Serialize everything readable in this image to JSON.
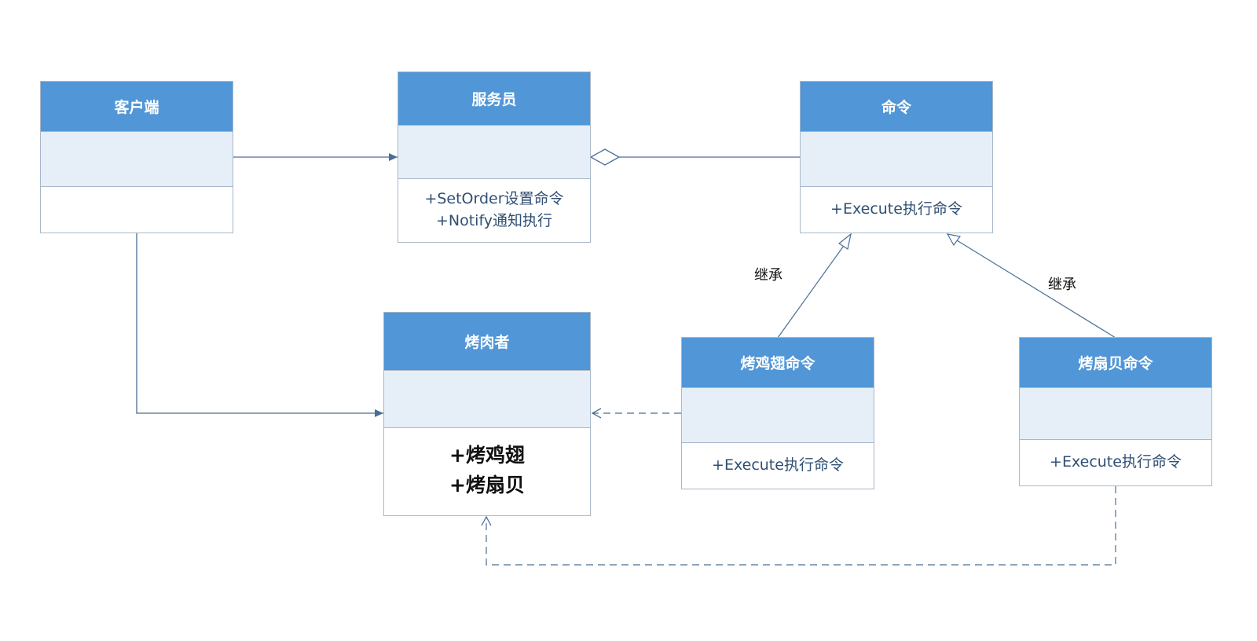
{
  "classes": {
    "client": {
      "name": "客户端",
      "operations": []
    },
    "waiter": {
      "name": "服务员",
      "operations": [
        "+SetOrder设置命令",
        "+Notify通知执行"
      ]
    },
    "command": {
      "name": "命令",
      "operations": [
        "+Execute执行命令"
      ]
    },
    "barbecuer": {
      "name": "烤肉者",
      "operations": [
        "+烤鸡翅",
        "+烤扇贝"
      ]
    },
    "wing_cmd": {
      "name": "烤鸡翅命令",
      "operations": [
        "+Execute执行命令"
      ]
    },
    "scallop_cmd": {
      "name": "烤扇贝命令",
      "operations": [
        "+Execute执行命令"
      ]
    }
  },
  "relations": {
    "inherit_label_left": "继承",
    "inherit_label_right": "继承"
  },
  "colors": {
    "header": "#5196d6",
    "attribute_band": "#e6eef7",
    "border": "#a9b8c8",
    "line": "#4a6f95"
  }
}
